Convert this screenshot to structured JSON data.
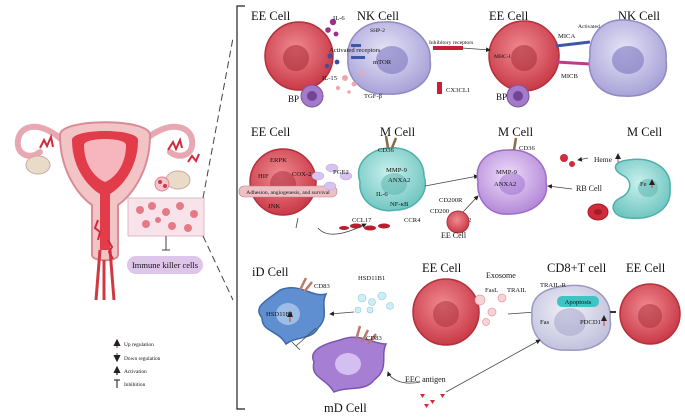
{
  "colors": {
    "ee_cell": "#d9505b",
    "nk_cell": "#b9b6e0",
    "m_cell": "#8fd3d0",
    "m_cell_purple": "#c9a7e4",
    "id_cell": "#4f7fbf",
    "md_cell": "#9a6ccc",
    "cd8_cell": "#d8d8ea",
    "apoptosis_badge": "#3fc4c4",
    "immune_label_bg": "#ddc6ea",
    "up_arrow": "#e53935"
  },
  "uterus": {
    "label": "Immune killer cells"
  },
  "legend": {
    "items": [
      {
        "icon": "up-arrow-icon",
        "label": "Up regulation"
      },
      {
        "icon": "down-arrow-icon",
        "label": "Down regulation"
      },
      {
        "icon": "activation-arrow-icon",
        "label": "Activation"
      },
      {
        "icon": "inhibition-icon",
        "label": "Inhibition"
      }
    ]
  },
  "row1": {
    "ee1": "EE Cell",
    "nk1": "NK Cell",
    "ee2": "EE Cell",
    "nk2": "NK Cell",
    "il6": "IL-6",
    "shp2": "SHP-2",
    "il15": "IL-15",
    "activated_receptors": "Activated receptors",
    "mtor": "mTOR",
    "tgfb": "TGF-β",
    "bp1": "BP",
    "cx3cl1": "CX3CL1",
    "inhibitory_receptors": "Inhibitory receptors",
    "mica": "MICA",
    "micb": "MICB",
    "activated_receptor": "Activated receptor",
    "mhc1": "MHC-I",
    "bp2": "BP"
  },
  "row2": {
    "ee": "EE Cell",
    "m1": "M Cell",
    "m2": "M Cell",
    "m3": "M Cell",
    "erpk": "ERPK",
    "hif": "HIF",
    "cox2": "COX-2",
    "jnk": "JNK",
    "adhesion": "Adhesion, angiogenesis, and survival",
    "pge2": "PGE2",
    "cd36a": "CD36",
    "mmp9a": "MMP-9",
    "anxa2a": "ANXA2",
    "il6": "IL-6",
    "nfkb": "NF-κB",
    "ccl17": "CCL17",
    "ccr4": "CCR4",
    "cd200r": "CD200R",
    "cd200": "CD200",
    "e2": "E2",
    "ee_small": "EE Cell",
    "cd36b": "CD36",
    "mmp9b": "MMP-9",
    "anxa2b": "ANXA2",
    "heme": "Heme",
    "rb_cell": "RB Cell",
    "fe": "Fe"
  },
  "row3": {
    "id_cell": "iD Cell",
    "cd83a": "CD83",
    "hsd_in": "HSD11B1",
    "hsd11b1": "HSD11B1",
    "ee1": "EE Cell",
    "exosome": "Exosome",
    "fasl": "FasL",
    "trail": "TRAIL",
    "trail_r": "TRAIL-R",
    "cd8": "CD8+T cell",
    "ee2": "EE Cell",
    "apoptosis": "Apoptosis",
    "fas": "Fas",
    "pdcd1": "PDCD1",
    "cd83b": "CD83",
    "eec_antigen": "EEC antigen",
    "md_cell": "mD Cell"
  }
}
